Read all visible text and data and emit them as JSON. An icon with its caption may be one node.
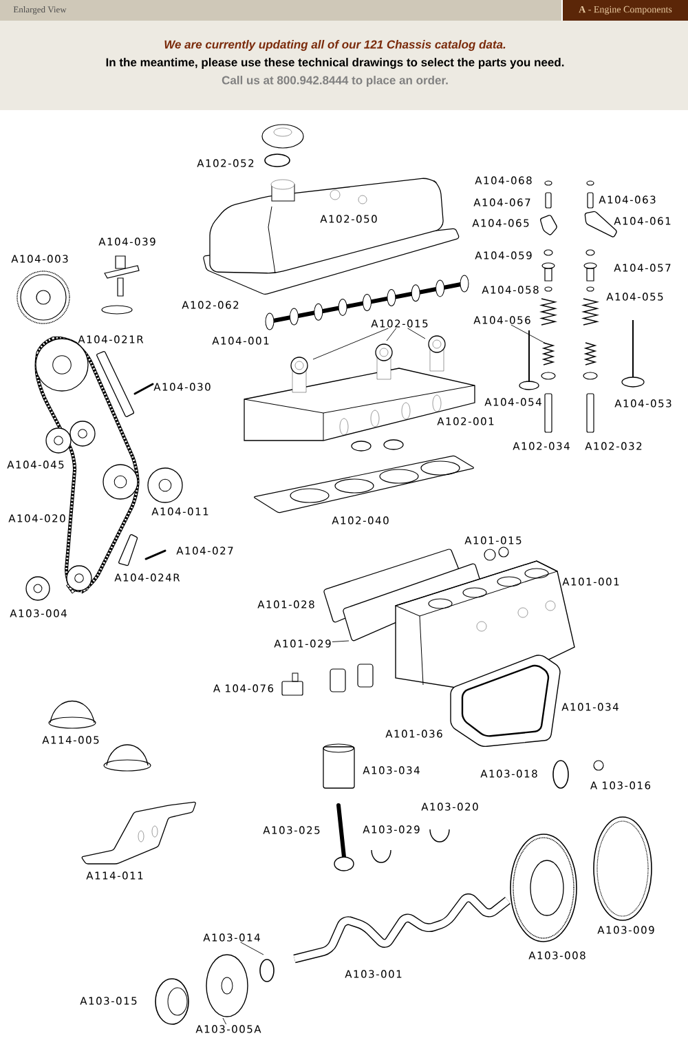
{
  "diagram": {
    "nodes": [
      {
        "text": [
          "A102-015"
        ]
      },
      {
        "text": [
          "A104-056"
        ]
      },
      {
        "text": [
          "A101-029"
        ]
      },
      {
        "text": [
          "A103-014"
        ]
      },
      {
        "text": [
          "A103-005A"
        ]
      }
    ],
    "edges": [
      {
        "from": 0,
        "to": null,
        "arrow": "none"
      },
      {
        "from": 0,
        "to": null,
        "arrow": "none"
      },
      {
        "from": 0,
        "to": null,
        "arrow": "none"
      },
      {
        "from": 1,
        "to": null,
        "arrow": "none"
      },
      {
        "from": 2,
        "to": null,
        "arrow": "none"
      },
      {
        "from": 3,
        "to": null,
        "arrow": "none"
      },
      {
        "from": 4,
        "to": null,
        "arrow": "none"
      }
    ],
    "labels": [
      "Enlarged View",
      "**A** - Engine Components",
      "We are currently updating all of our 121 Chassis catalog data.",
      "In the meantime, please use these technical drawings to select the parts you need.",
      "Call us at 800.942.8444 to place an order.",
      "A102-052",
      "A104-068",
      "A104-067",
      "A104-063",
      "A102-050",
      "A104-065",
      "A104-061",
      "A104-039",
      "A104-003",
      "A104-059",
      "A104-057",
      "A104-058",
      "A104-055",
      "A102-062",
      "A104-021R",
      "A104-001",
      "A104-030",
      "A104-054",
      "A104-053",
      "A102-001",
      "A102-034",
      "A102-032",
      "A104-045",
      "A104-011",
      "A104-020",
      "A102-040",
      "A101-015",
      "A104-027",
      "A104-024R",
      "A101-001",
      "A101-028",
      "A103-004",
      "A 104-076",
      "A101-034",
      "A101-036",
      "A114-005",
      "A103-034",
      "A103-018",
      "A 103-016",
      "A103-020",
      "A103-025",
      "A103-029",
      "A114-011",
      "A103-009",
      "A103-008",
      "A103-001",
      "A103-015"
    ]
  }
}
